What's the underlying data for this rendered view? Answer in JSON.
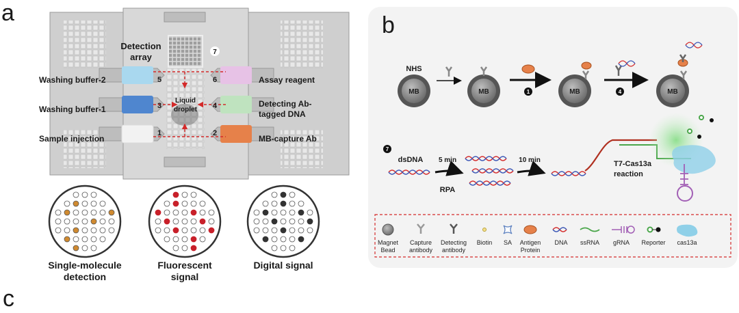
{
  "panels": {
    "a_label": "a",
    "b_label": "b",
    "c_label": "c"
  },
  "chip": {
    "detection_array_line1": "Detection",
    "detection_array_line2": "array",
    "liquid_droplet_line1": "Liquid",
    "liquid_droplet_line2": "droplet",
    "wells": [
      {
        "num": "5",
        "label": "Washing buffer-2",
        "color": "#a9d8ef"
      },
      {
        "num": "3",
        "label": "Washing buffer-1",
        "color": "#4f86cf"
      },
      {
        "num": "1",
        "label": "Sample injection",
        "color": "#f2f2f2"
      },
      {
        "num": "6",
        "label": "Assay reagent",
        "color": "#e7c2e6"
      },
      {
        "num": "4",
        "label_line1": "Detecting Ab-",
        "label_line2": "tagged DNA",
        "color": "#bfe3bf"
      },
      {
        "num": "2",
        "label": "MB-capture Ab",
        "color": "#e6814a"
      }
    ],
    "array_num": "7"
  },
  "signals": [
    {
      "line1": "Single-molecule",
      "line2": "detection"
    },
    {
      "line1": "Fluorescent",
      "line2": "signal"
    },
    {
      "line1": "Digital signal",
      "line2": ""
    }
  ],
  "panel_b": {
    "nhs": "NHS",
    "mb": "MB",
    "step1": "1",
    "step4": "4",
    "step7": "7",
    "dsdna": "dsDNA",
    "five_min": "5 min",
    "rpa": "RPA",
    "ten_min": "10 min",
    "t7_line1": "T7-Cas13a",
    "t7_line2": "reaction"
  },
  "legend": [
    {
      "line1": "Magnet",
      "line2": "Bead",
      "icon": "magnet-bead-icon"
    },
    {
      "line1": "Capture",
      "line2": "antibody",
      "icon": "capture-antibody-icon"
    },
    {
      "line1": "Detecting",
      "line2": "antibody",
      "icon": "detecting-antibody-icon"
    },
    {
      "line1": "Biotin",
      "line2": "",
      "icon": "biotin-icon"
    },
    {
      "line1": "SA",
      "line2": "",
      "icon": "sa-icon"
    },
    {
      "line1": "Antigen",
      "line2": "Protein",
      "icon": "antigen-protein-icon"
    },
    {
      "line1": "DNA",
      "line2": "",
      "icon": "dna-icon"
    },
    {
      "line1": "ssRNA",
      "line2": "",
      "icon": "ssrna-icon"
    },
    {
      "line1": "gRNA",
      "line2": "",
      "icon": "grna-icon"
    },
    {
      "line1": "Reporter",
      "line2": "",
      "icon": "reporter-icon"
    },
    {
      "line1": "cas13a",
      "line2": "",
      "icon": "cas13a-icon"
    }
  ]
}
